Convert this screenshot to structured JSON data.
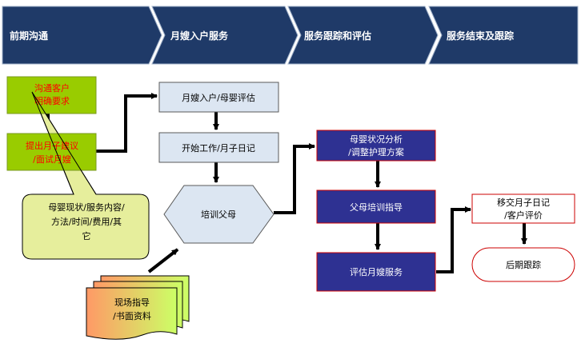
{
  "phases": [
    {
      "label": "前期沟通"
    },
    {
      "label": "月嫂入户服务"
    },
    {
      "label": "服务跟踪和评估"
    },
    {
      "label": "服务结束及跟踪"
    }
  ],
  "nodes": {
    "communicate": {
      "line1": "沟通客户",
      "line2": "明确要求"
    },
    "propose": {
      "line1": "提出月子建议",
      "line2": "/面试月嫂"
    },
    "assess": {
      "label": "月嫂入户/母婴评估"
    },
    "start": {
      "label": "开始工作/月子日记"
    },
    "train": {
      "label": "培训父母"
    },
    "analysis": {
      "line1": "母婴状况分析",
      "line2": "/调整护理方案"
    },
    "guidance": {
      "label": "父母培训指导"
    },
    "evaluate": {
      "label": "评估月嫂服务"
    },
    "handover": {
      "line1": "移交月子日记",
      "line2": "/客户评价"
    },
    "followup": {
      "label": "后期跟踪"
    }
  },
  "callout": {
    "line1": "母婴现状/服务内容/",
    "line2": "方法/时间/费用/其",
    "line3": "它"
  },
  "documents": {
    "line1": "现场指导",
    "line2": "/书面资料"
  },
  "colors": {
    "phase_fill": "#1f3a68",
    "green_box": "#99cc00",
    "red_text": "#ff0000",
    "light_blue": "#dce6f2",
    "navy_box": "#2e3192",
    "callout_fill": "#e6ee9c",
    "doc_gradient_start": "#ff9966",
    "doc_gradient_end": "#ccff66"
  }
}
